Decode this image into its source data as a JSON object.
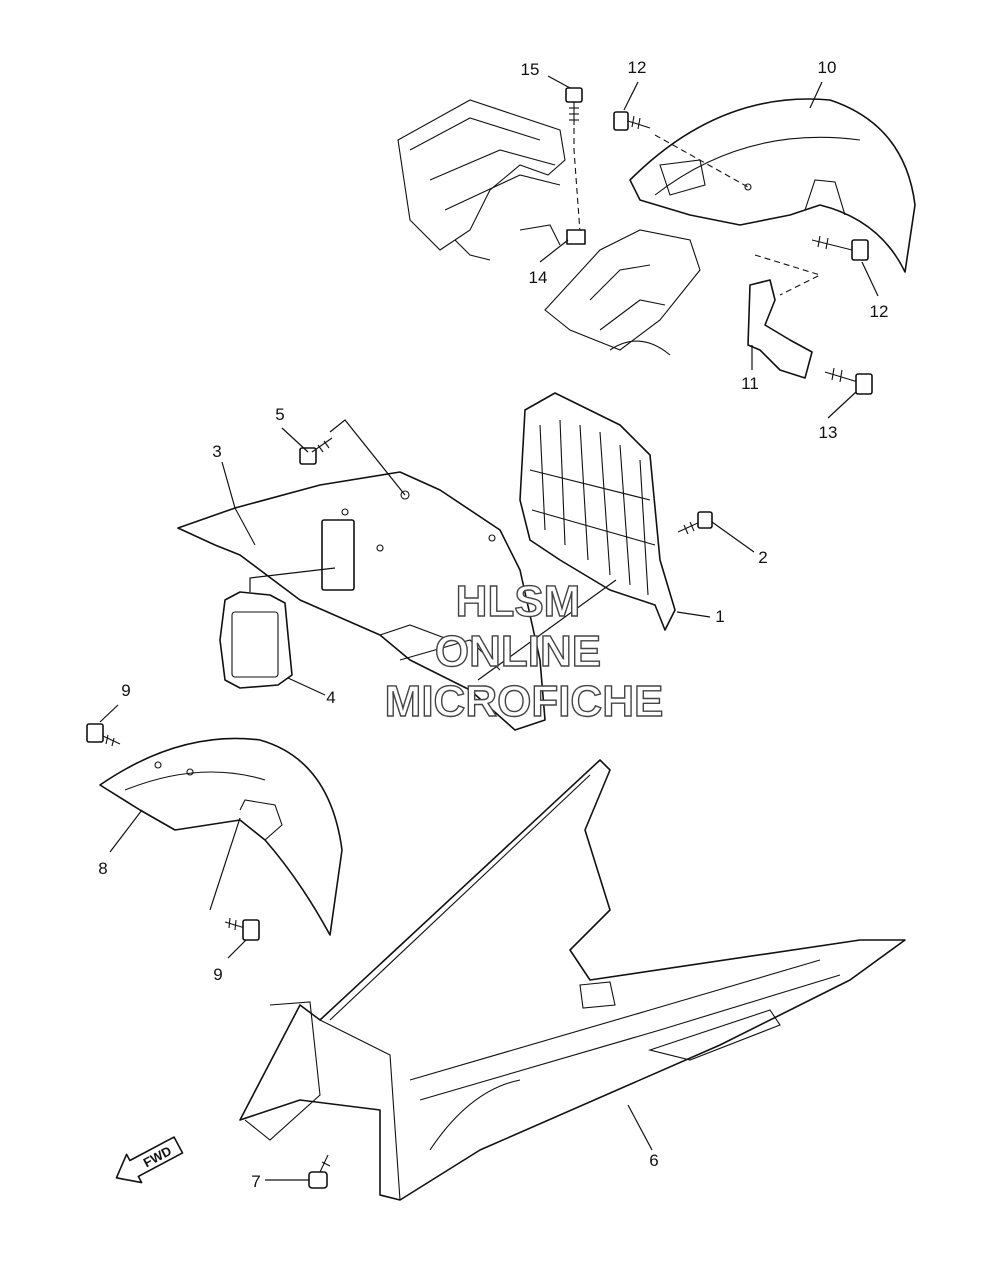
{
  "diagram": {
    "callouts": [
      "1",
      "2",
      "3",
      "4",
      "5",
      "6",
      "7",
      "8",
      "9",
      "9",
      "10",
      "11",
      "12",
      "12",
      "13",
      "14",
      "15"
    ],
    "watermark": [
      "HLSM",
      "ONLINE",
      "MICROFICHE"
    ],
    "direction_label": "FWD"
  }
}
